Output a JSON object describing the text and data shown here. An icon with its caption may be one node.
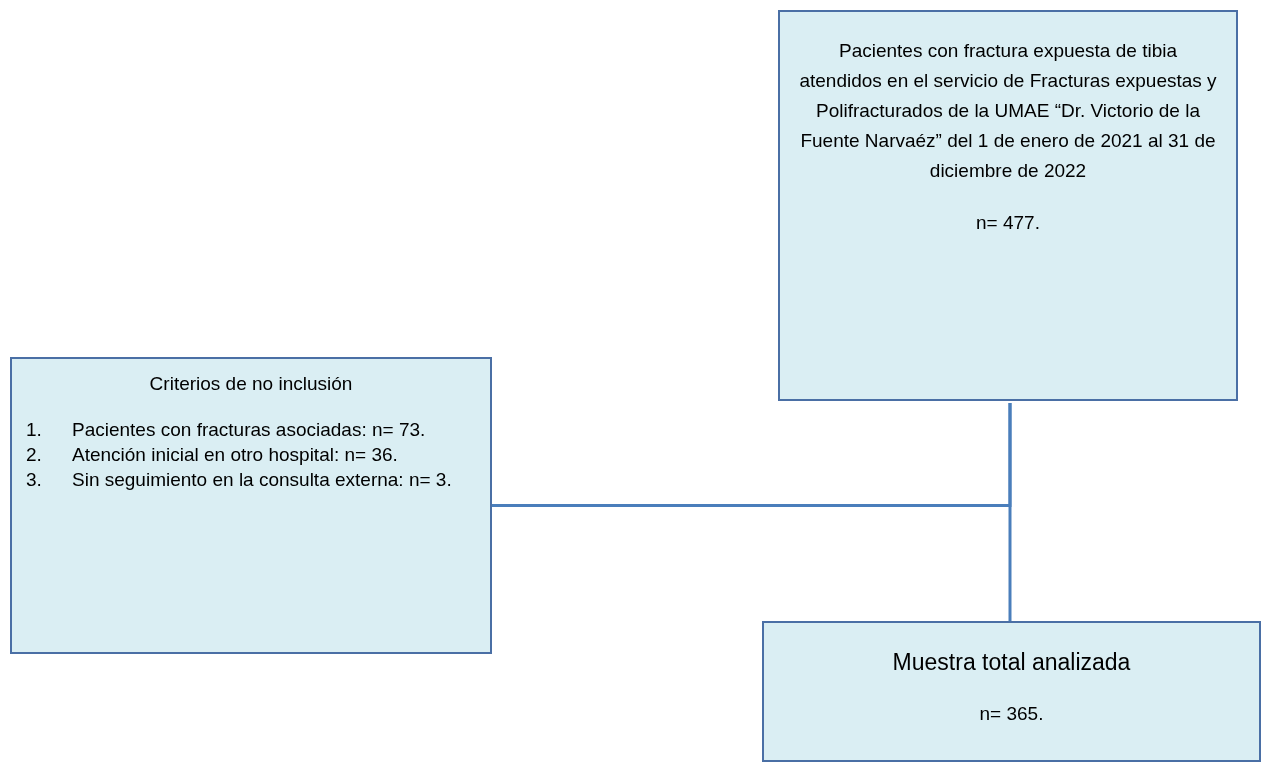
{
  "diagram": {
    "nodes": [
      {
        "text": [
          "Pacientes con fractura expuesta de tibia atendidos en el servicio de Fracturas expuestas y Polifracturados de la UMAE “Dr. Victorio de la Fuente Narvaéz” del 1 de enero de 2021 al 31 de diciembre de 2022",
          "n= 477."
        ]
      },
      {
        "text": [
          "Criterios de no inclusión",
          "1. Pacientes con fracturas asociadas: n= 73.",
          "2. Atención inicial en otro hospital: n= 36.",
          "3. Sin seguimiento en la consulta externa: n= 3."
        ]
      },
      {
        "text": [
          "Muestra total analizada",
          "n= 365."
        ]
      }
    ],
    "edges": [
      {
        "from": 0,
        "to": 2,
        "arrow": "none"
      },
      {
        "from": 0,
        "to": 1,
        "arrow": "none"
      }
    ]
  }
}
